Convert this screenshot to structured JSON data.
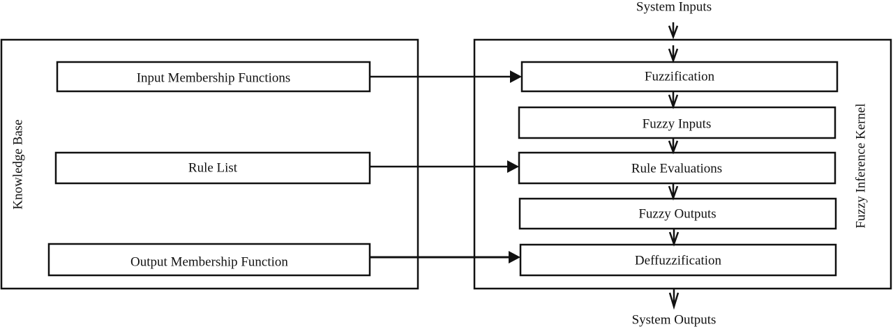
{
  "system_inputs": "System Inputs",
  "system_outputs": "System Outputs",
  "knowledge_base": {
    "title": "Knowledge Base",
    "items": [
      "Input Membership Functions",
      "Rule List",
      "Output Membership Function"
    ]
  },
  "kernel": {
    "title": "Fuzzy Inference Kernel",
    "steps": [
      "Fuzzification",
      "Fuzzy Inputs",
      "Rule Evaluations",
      "Fuzzy Outputs",
      "Deffuzzification"
    ]
  }
}
